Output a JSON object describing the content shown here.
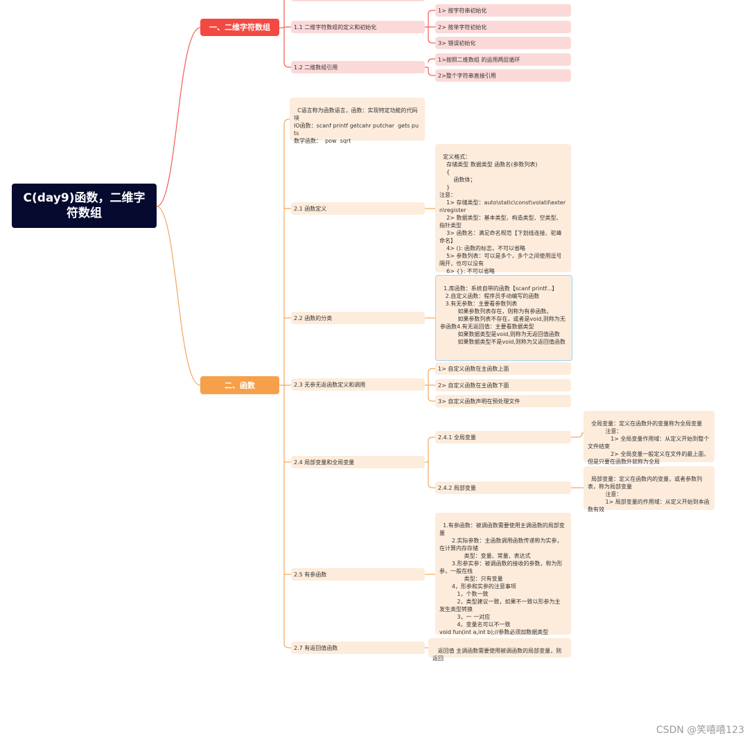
{
  "root": {
    "title": "C(day9)函数，二维字符数组"
  },
  "branch1": {
    "title": "一、二维字符数组",
    "sub1": {
      "title": "1.1 二维字符数组的定义和初始化",
      "items": [
        "1> 按字符串初始化",
        "2> 按单字符初始化",
        "3> 错误初始化"
      ]
    },
    "sub2": {
      "title": "1.2 二维数组引用",
      "items": [
        "1>按照二维数组 的运用两层循环",
        "2>整个字符串直接引用"
      ]
    }
  },
  "branch2": {
    "title": "二、函数",
    "intro": "C语言称为函数语言，函数：实现特定功能的代码块\nIO函数：scanf printf getcahr putchar  gets puts\n数学函数：  pow  sqrt",
    "s21": {
      "title": "2.1 函数定义",
      "text": "定义格式：\n    存储类型 数据类型 函数名(参数列表)\n    {\n        函数体；\n    }\n注意：\n    1> 存储类型：auto\\static\\const\\volatil\\extern\\register\n    2> 数据类型：基本类型、构造类型、空类型、指针类型\n    3> 函数名：满足命名规范【下划线连接、驼峰命名】\n    4> (): 函数的标志，不可以省略\n    5> 参数列表：可以是多个，多个之间使用逗号隔开，也可以没有\n    6> {}: 不可以省略"
    },
    "s22": {
      "title": "2.2 函数的分类",
      "text": "1.库函数：系统自带的函数【scanf printf...】\n   2.自定义函数：程序员手动编写的函数\n   3.有无参数：主要看参数列表\n          如果参数列表存在，则称为有参函数。\n          如果参数列表不存在，或者是void,则称为无参函数4.有无返回值：主要看数据类型\n          如果数据类型是void,则称为无返回值函数\n          如果数据类型不是void,则称为又返回值函数"
    },
    "s23": {
      "title": "2.3 无参无返函数定义和调用",
      "items": [
        "1> 自定义函数在主函数上面",
        "2> 自定义函数在主函数下面",
        "3> 自定义函数声明在预处理文件"
      ]
    },
    "s24": {
      "title": "2.4 局部变量和全局变量",
      "g": {
        "title": "2.4.1 全局变量",
        "text": "全局变量：定义在函数外的变量称为全局变量\n          注意：\n             1> 全局变量作用域：从定义开始到整个文件结束\n             2> 全局变量一般定义在文件的最上面，但是只要在函数外就称为全局"
      },
      "l": {
        "title": "2.4.2 局部变量",
        "text": "局部变量：定义在函数内的变量，或者参数列表，称为局部变量\n          注意：\n          1> 局部变量的作用域：从定义开始到本函数有效"
      }
    },
    "s25": {
      "title": "2.5 有参函数",
      "text": "1.有参函数：被调函数需要使用主调函数的局部变量\n       2.实际参数：主函数调用函数传递称为实参，在计算内存存储\n              类型：变量、常量、表达式\n       3.形参实参：被调函数的接收的参数，称为形参，一般在栈\n              类型：只有变量\n       4，形参和实参的注意事项\n          1，个数一致\n          2，类型建议一致，如果不一致以形参为主 发生类型转换\n          3，一 一对应\n          4，变量名可以不一致\nvoid fun(int a,int b);//参数必须加数据类型"
    },
    "s27": {
      "title": "2.7 有返回值函数",
      "text": " 返回值 主调函数需要使用被调函数的局部变量，则返回"
    }
  },
  "watermark": "CSDN @笑嘻嘻123",
  "colors": {
    "root": "#050a2e",
    "branch1": "#f24a42",
    "branch2": "#f6a04b",
    "branch1_line": "#f25a52",
    "branch2_line": "#f3a65a"
  }
}
